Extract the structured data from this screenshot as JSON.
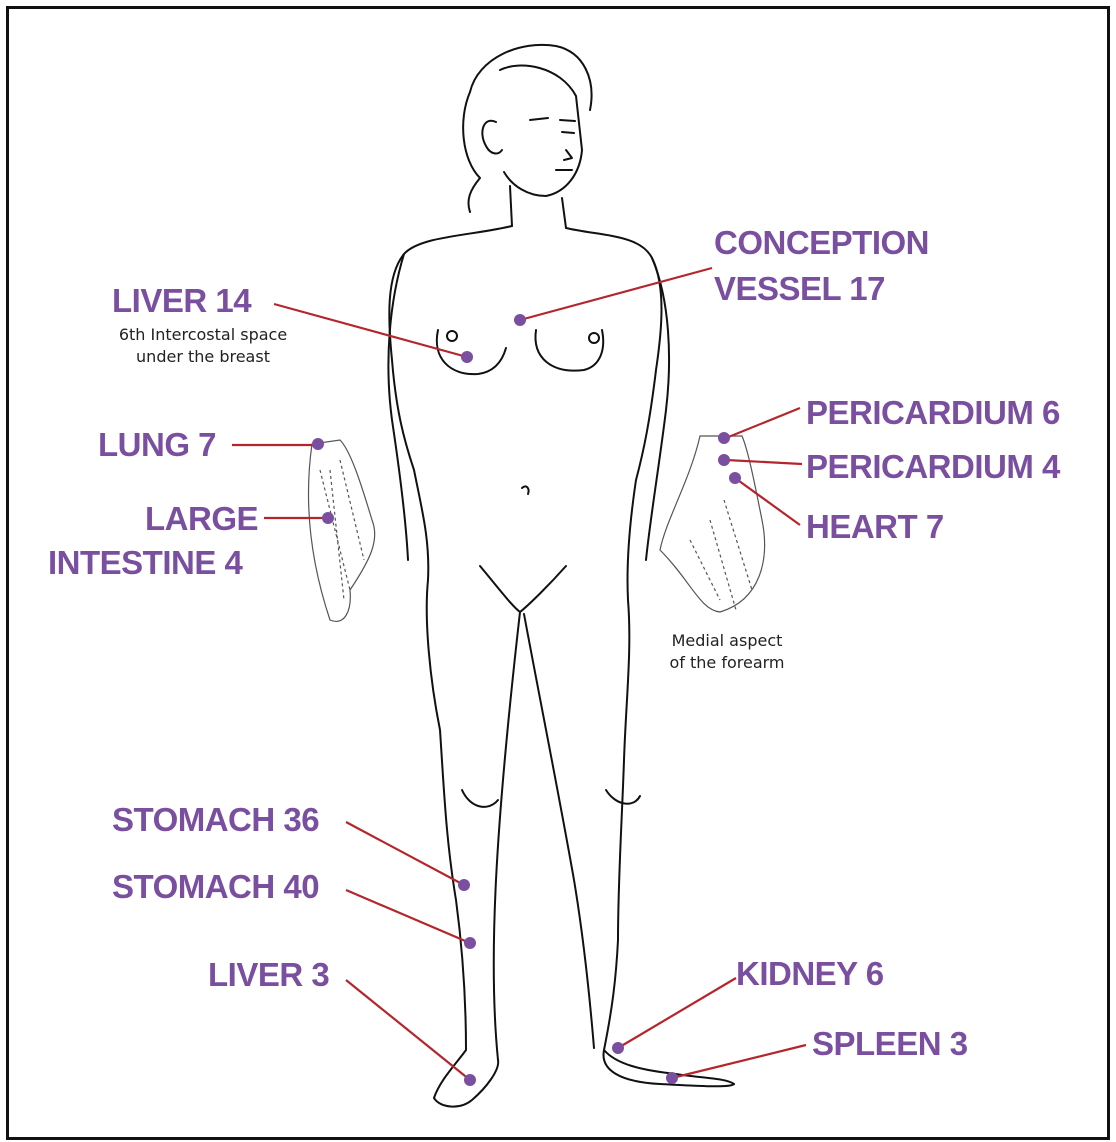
{
  "colors": {
    "label": "#7a4fa0",
    "point": "#7a4fa0",
    "leader_line": "#b5262c",
    "outline": "#111111"
  },
  "labels": {
    "liver14": "LIVER 14",
    "liver14_note_1": "6th Intercostal space",
    "liver14_note_2": "under the breast",
    "cv17_1": "CONCEPTION",
    "cv17_2": "VESSEL 17",
    "lung7": "LUNG 7",
    "li4_1": "LARGE",
    "li4_2": "INTESTINE 4",
    "pc6": "PERICARDIUM 6",
    "pc4": "PERICARDIUM 4",
    "ht7": "HEART 7",
    "forearm_note_1": "Medial aspect",
    "forearm_note_2": "of the forearm",
    "st36": "STOMACH 36",
    "st40": "STOMACH 40",
    "lv3": "LIVER 3",
    "kd6": "KIDNEY 6",
    "sp3": "SPLEEN 3"
  }
}
